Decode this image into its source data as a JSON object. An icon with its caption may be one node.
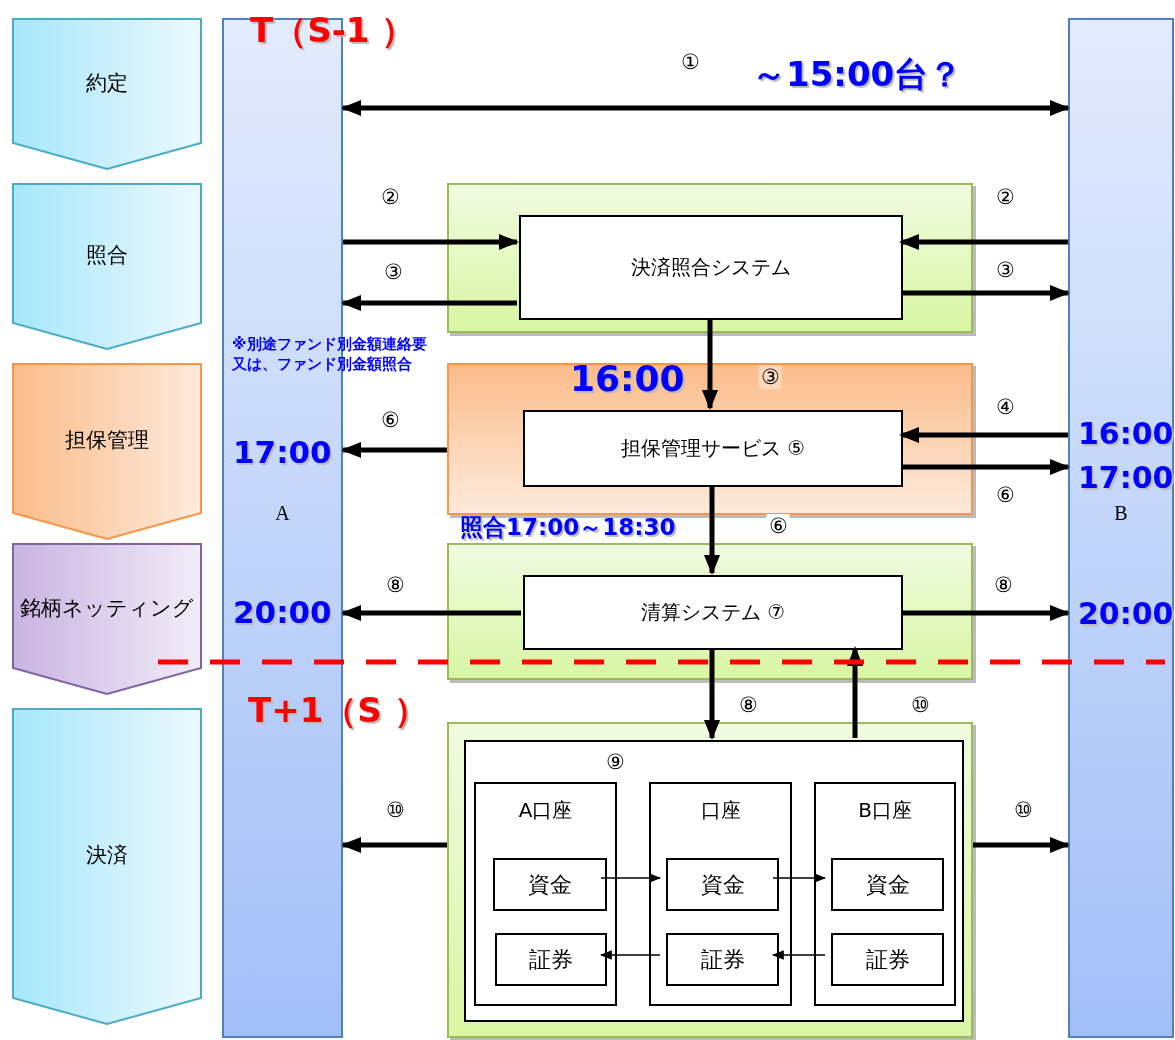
{
  "diagram": {
    "nodes": [
      {
        "text": [
          "約定"
        ]
      },
      {
        "text": [
          "照合"
        ]
      },
      {
        "text": [
          "担保管理"
        ]
      },
      {
        "text": [
          "銘柄ネッティング"
        ]
      },
      {
        "text": [
          "決済"
        ]
      },
      {
        "text": [
          "A"
        ]
      },
      {
        "text": [
          "B"
        ]
      },
      {
        "text": [],
        "shape": "box"
      },
      {
        "text": [
          "決済照合システム"
        ],
        "in": 7
      },
      {
        "text": [],
        "shape": "box"
      },
      {
        "text": [
          "担保管理サービス ⑤"
        ],
        "in": 9
      },
      {
        "text": [],
        "shape": "box"
      },
      {
        "text": [
          "清算システム ⑦"
        ],
        "in": 11
      },
      {
        "text": [],
        "shape": "box"
      },
      {
        "text": [
          "⑨"
        ],
        "in": 13
      },
      {
        "text": [
          "A口座"
        ],
        "in": 14
      },
      {
        "text": [
          "資金"
        ],
        "in": 15
      },
      {
        "text": [
          "証券"
        ],
        "in": 15
      },
      {
        "text": [
          "口座"
        ],
        "in": 14
      },
      {
        "text": [
          "資金"
        ],
        "in": 18
      },
      {
        "text": [
          "証券"
        ],
        "in": 18
      },
      {
        "text": [
          "B口座"
        ],
        "in": 14
      },
      {
        "text": [
          "資金"
        ],
        "in": 21
      },
      {
        "text": [
          "証券"
        ],
        "in": 21
      }
    ],
    "edges": [
      {
        "from": 5,
        "to": 6,
        "arrow": "both",
        "label": "①"
      },
      {
        "from": 5,
        "to": 8,
        "arrow": "to",
        "label": "②"
      },
      {
        "from": 6,
        "to": 8,
        "arrow": "to",
        "label": "②"
      },
      {
        "from": 8,
        "to": 5,
        "arrow": "to",
        "label": "③"
      },
      {
        "from": 8,
        "to": 6,
        "arrow": "to",
        "label": "③"
      },
      {
        "from": 8,
        "to": 10,
        "arrow": "to",
        "label": "③"
      },
      {
        "from": 6,
        "to": 10,
        "arrow": "to",
        "label": "④"
      },
      {
        "from": 9,
        "to": 5,
        "arrow": "to",
        "label": "⑥"
      },
      {
        "from": 10,
        "to": 6,
        "arrow": "to",
        "label": "⑥"
      },
      {
        "from": 10,
        "to": 12,
        "arrow": "to",
        "label": "⑥"
      },
      {
        "from": 12,
        "to": 5,
        "arrow": "to",
        "label": "⑧"
      },
      {
        "from": 12,
        "to": 6,
        "arrow": "to",
        "label": "⑧"
      },
      {
        "from": 12,
        "to": 14,
        "arrow": "to",
        "label": "⑧"
      },
      {
        "from": 14,
        "to": 12,
        "arrow": "to",
        "label": "⑩"
      },
      {
        "from": 13,
        "to": 5,
        "arrow": "to",
        "label": "⑩"
      },
      {
        "from": 13,
        "to": 6,
        "arrow": "to",
        "label": "⑩"
      },
      {
        "from": 16,
        "to": 19,
        "arrow": "to"
      },
      {
        "from": 19,
        "to": 22,
        "arrow": "to"
      },
      {
        "from": 23,
        "to": 20,
        "arrow": "to"
      },
      {
        "from": 20,
        "to": 17,
        "arrow": "to"
      }
    ],
    "labels": [
      "T（S-1 ）",
      "～15:00台？",
      "※別途ファンド別金額連絡要又は、ファンド別金額照合",
      "16:00",
      "16:00",
      "17:00",
      "17:00",
      "照合17:00～18:30",
      "20:00",
      "20:00",
      "T+1（S ）"
    ]
  }
}
